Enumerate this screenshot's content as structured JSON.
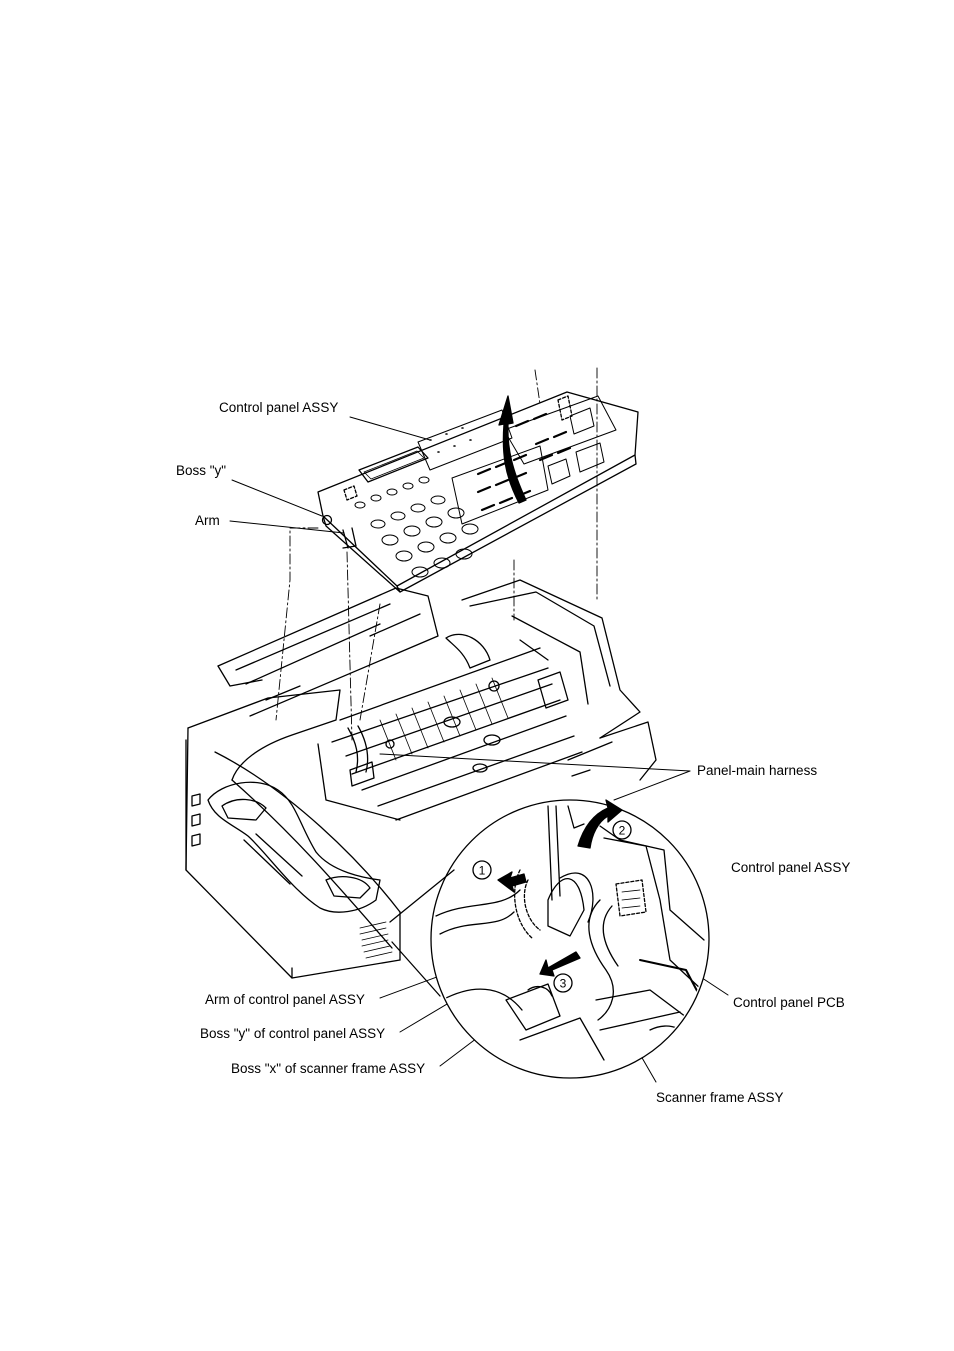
{
  "labels": {
    "control_panel_assy_top": "Control panel ASSY",
    "boss_y": "Boss \"y\"",
    "arm": "Arm",
    "panel_main_harness": "Panel-main harness",
    "control_panel_assy_right": "Control panel ASSY",
    "control_panel_pcb": "Control panel PCB",
    "arm_of_control_panel_assy": "Arm of control panel ASSY",
    "boss_y_of_control_panel_assy": "Boss \"y\" of control panel ASSY",
    "boss_x_of_scanner_frame_assy": "Boss \"x\" of scanner frame ASSY",
    "scanner_frame_assy": "Scanner frame ASSY"
  },
  "steps": [
    "1",
    "2",
    "3"
  ],
  "colors": {
    "line": "#000000",
    "background": "#ffffff"
  }
}
